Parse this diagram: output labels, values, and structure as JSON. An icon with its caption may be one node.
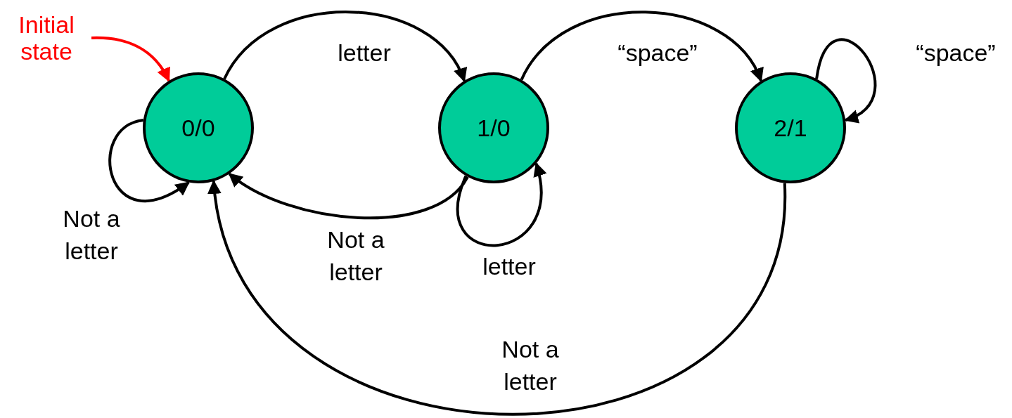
{
  "diagram": {
    "nodes": [
      {
        "text": [
          "Initial state"
        ]
      },
      {
        "text": [
          "0/0"
        ]
      },
      {
        "text": [
          "1/0"
        ]
      },
      {
        "text": [
          "2/1"
        ]
      }
    ],
    "edges": [
      {
        "from": 0,
        "to": 1,
        "arrow": "to",
        "color": "#ff0000"
      },
      {
        "from": 1,
        "to": 1,
        "arrow": "to",
        "label": "Not a letter"
      },
      {
        "from": 1,
        "to": 2,
        "arrow": "to",
        "label": "letter"
      },
      {
        "from": 2,
        "to": 1,
        "arrow": "to",
        "label": "Not a letter"
      },
      {
        "from": 2,
        "to": 2,
        "arrow": "to",
        "label": "letter"
      },
      {
        "from": 2,
        "to": 3,
        "arrow": "to",
        "label": "“space”"
      },
      {
        "from": 3,
        "to": 3,
        "arrow": "to",
        "label": "“space”"
      },
      {
        "from": 3,
        "to": 1,
        "arrow": "to",
        "label": "Not a letter"
      }
    ]
  }
}
